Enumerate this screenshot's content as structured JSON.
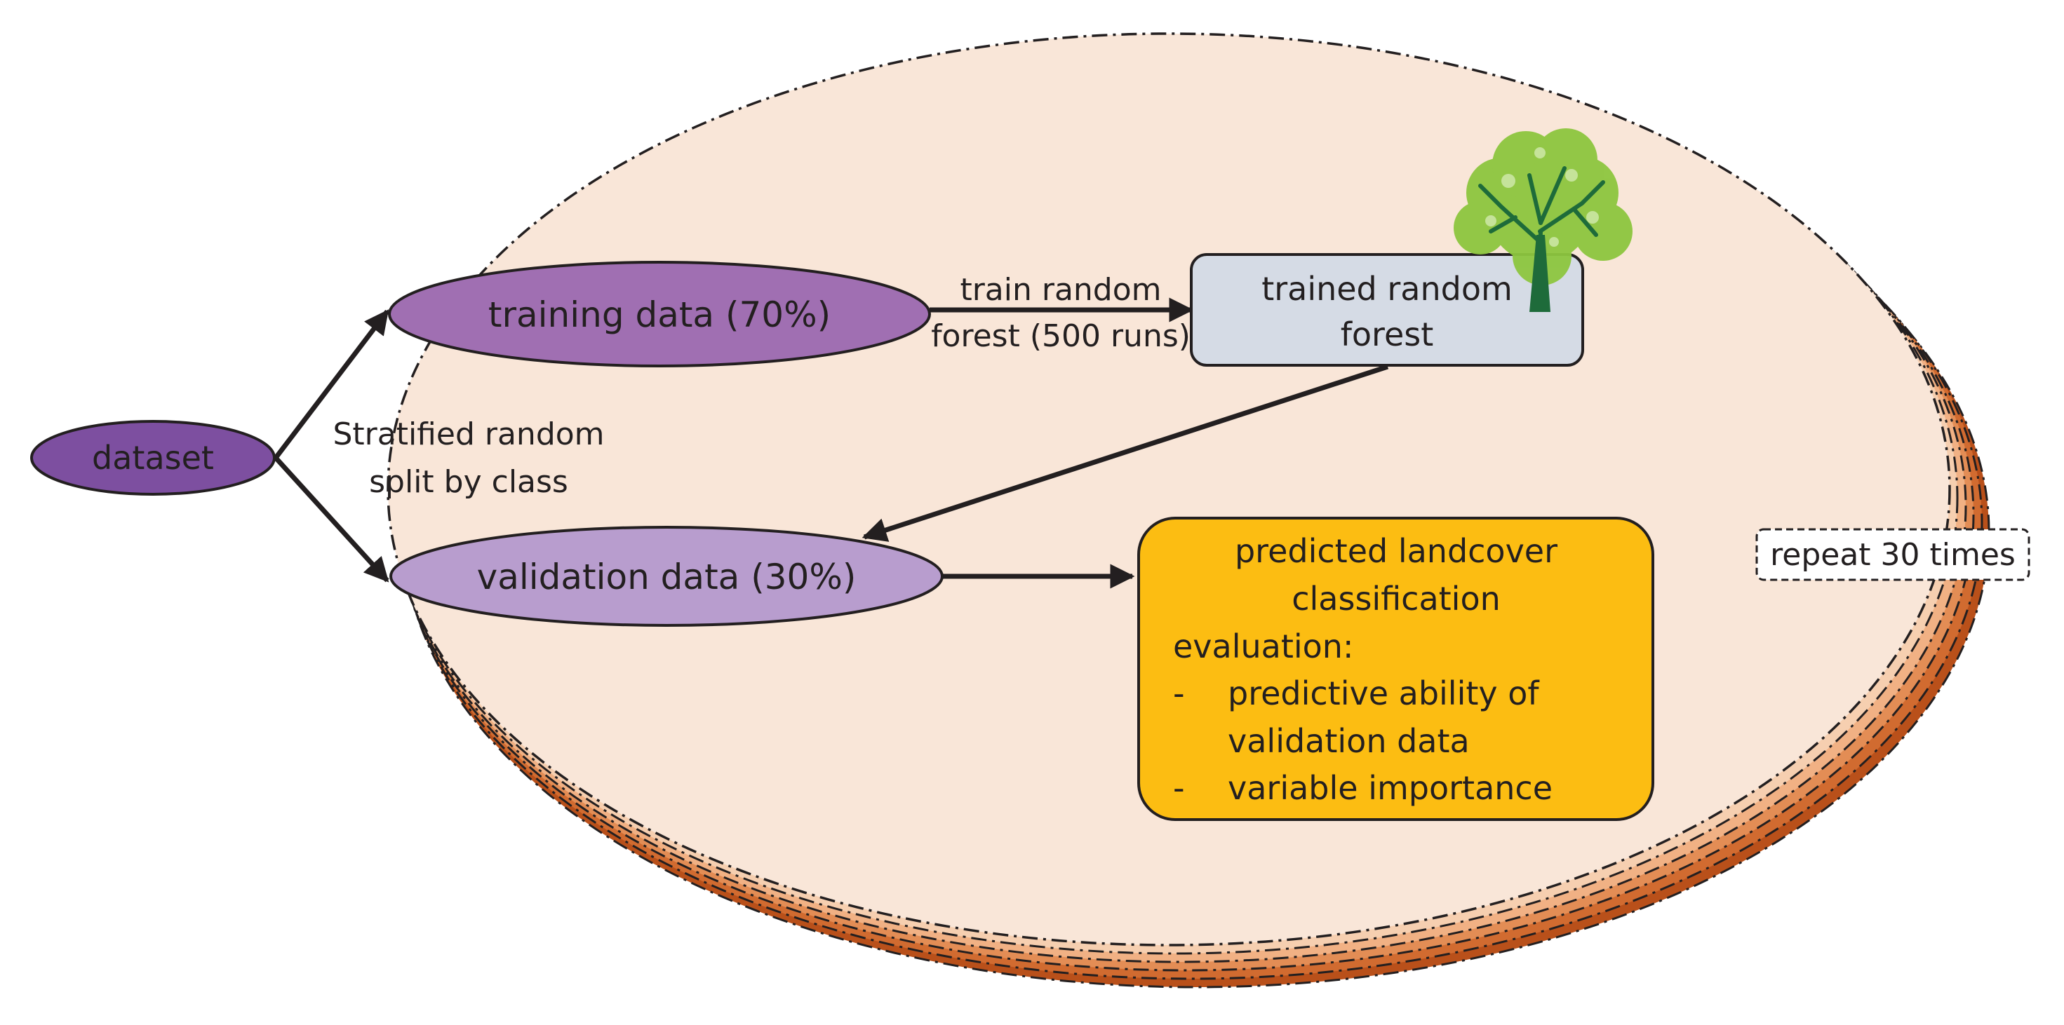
{
  "nodes": {
    "dataset": "dataset",
    "training": "training data (70%)",
    "validation": "validation data (30%)",
    "trained": [
      "trained random",
      "forest"
    ],
    "predicted": {
      "title": [
        "predicted landcover",
        "classification"
      ],
      "evaluation": "evaluation:",
      "bullet_dash": "-",
      "bullets": [
        [
          "predictive ability of",
          "validation data"
        ],
        [
          "variable importance"
        ]
      ]
    }
  },
  "edge_labels": {
    "split": [
      "Stratified random",
      "split by class"
    ],
    "train": [
      "train random",
      "forest (500 runs)"
    ]
  },
  "loop_label": "repeat 30 times",
  "icon": "tree-icon",
  "colors": {
    "dataset_fill": "#7d4fa0",
    "training_fill": "#a06fb2",
    "validation_fill": "#b89dce",
    "trained_fill": "#d5dbe5",
    "predicted_fill": "#fcbd12",
    "loop_fill": "#f9e6d8",
    "loop_shadow": "#c9581f",
    "tree_leaf": "#8dc63f",
    "tree_trunk": "#1e6b3a"
  }
}
